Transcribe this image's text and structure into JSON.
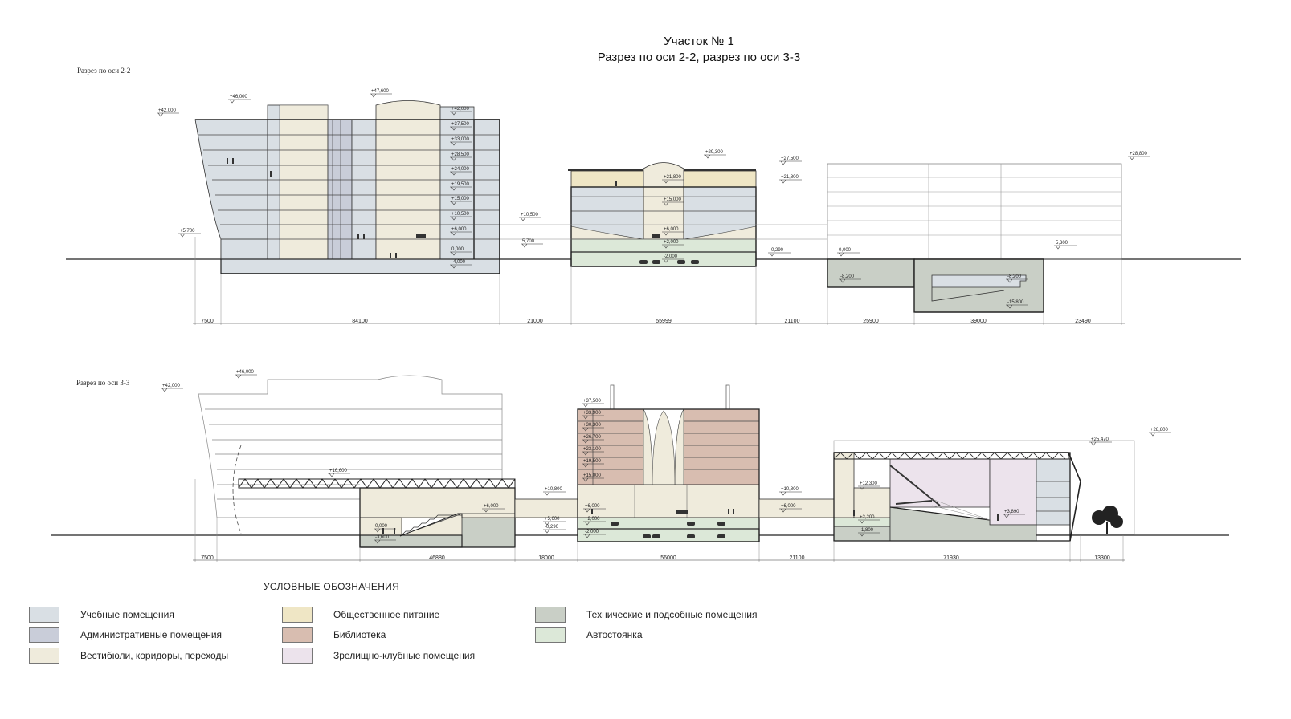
{
  "title": {
    "line1": "Участок № 1",
    "line2": "Разрез по оси 2-2, разрез по оси 3-3"
  },
  "sections": {
    "s22": {
      "label": "Разрез по оси 2-2",
      "dims": [
        "7500",
        "84100",
        "21000",
        "55999",
        "21100",
        "25900",
        "39000",
        "23490"
      ],
      "levels": {
        "b1_left": "+42,000",
        "b1_top": "+46,000",
        "b1_dome": "+47,600",
        "b1_stack": [
          "+42,000",
          "+37,500",
          "+33,000",
          "+28,500",
          "+24,000",
          "+19,500",
          "+15,000",
          "+10,500",
          "+6,000",
          "0,000",
          "-4,000"
        ],
        "b1_ext": "+5,700",
        "mid_a": "+10,500",
        "mid_b": "5,700",
        "b2_dome": "+29,300",
        "b2_roof": "+27,500",
        "b2_r2": "+21,800",
        "b2_in": "+21,800",
        "b2_15": "+15,000",
        "b2_6": "+6,000",
        "b2_2": "+2,000",
        "b2_m2": "-2,000",
        "b2_out": "-0,290",
        "b3_zero": "0,000",
        "b3_m82a": "-8,200",
        "b3_m82b": "-8,200",
        "b3_m158": "-15,800",
        "b3_top": "+28,800",
        "b3_53": "5,300"
      }
    },
    "s33": {
      "label": "Разрез по оси 3-3",
      "dims": [
        "7500",
        "46880",
        "18000",
        "56000",
        "21100",
        "71930",
        "13300"
      ],
      "levels": {
        "b1_left": "+42,000",
        "b1_top": "+46,000",
        "bridge": "+16,600",
        "w6": "+6,000",
        "w0": "0,000",
        "wm36": "-3,600",
        "br1": "+10,800",
        "lib_stack": [
          "+37,500",
          "+33,900",
          "+30,300",
          "+26,700",
          "+23,100",
          "+19,500",
          "+15,000"
        ],
        "lib_6": "+6,000",
        "lib_56": "+5,600",
        "lib_m029": "-0,290",
        "lib_2": "+2,000",
        "lib_m2": "-2,000",
        "br2": "+10,800",
        "br2_6": "+6,000",
        "th_123": "+12,300",
        "th_22": "+2,200",
        "th_m18": "-1,800",
        "th_389": "+3,890",
        "th_2547": "+25,470",
        "th_288": "+28,800"
      }
    }
  },
  "legend": {
    "title": "УСЛОВНЫЕ ОБОЗНАЧЕНИЯ",
    "items": [
      {
        "label": "Учебные помещения",
        "color": "#d9dfe4"
      },
      {
        "label": "Административные помещения",
        "color": "#c9cdd9"
      },
      {
        "label": "Вестибюли, коридоры, переходы",
        "color": "#efebdc"
      },
      {
        "label": "Общественное питание",
        "color": "#efe6c5"
      },
      {
        "label": "Библиотека",
        "color": "#d8bdb0"
      },
      {
        "label": "Зрелищно-клубные помещения",
        "color": "#ece3ec"
      },
      {
        "label": "Технические и подсобные помещения",
        "color": "#c9cfc6"
      },
      {
        "label": "Автостоянка",
        "color": "#dce8d8"
      }
    ]
  }
}
